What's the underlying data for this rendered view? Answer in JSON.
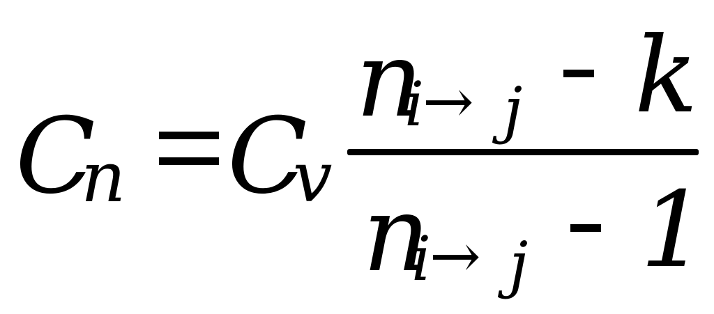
{
  "formula": {
    "lhs": {
      "symbol": "C",
      "subscript": "n"
    },
    "equals": "=",
    "rhs_factor": {
      "symbol": "C",
      "subscript": "v"
    },
    "numerator": {
      "base": "n",
      "index_from": "i",
      "arrow": "→",
      "index_to": "j",
      "operator": "-",
      "term": "k"
    },
    "denominator": {
      "base": "n",
      "index_from": "i",
      "arrow": "→",
      "index_to": "j",
      "operator": "-",
      "term": "1"
    }
  }
}
